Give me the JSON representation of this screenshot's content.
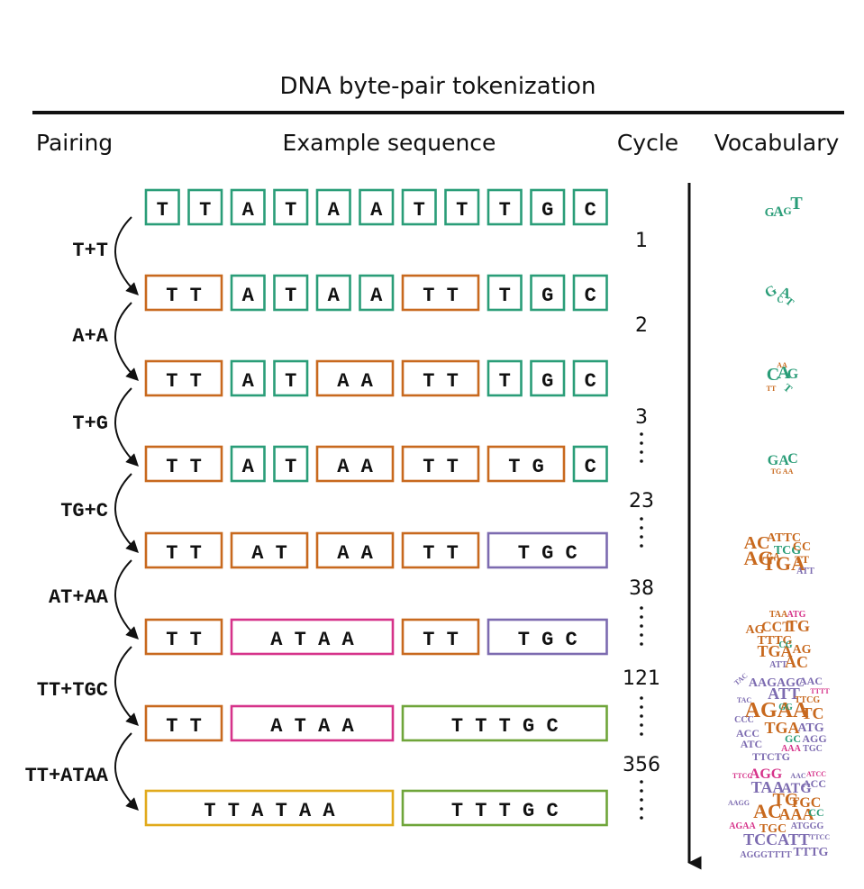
{
  "title": "DNA byte-pair tokenization",
  "headers": {
    "pairing": "Pairing",
    "example": "Example sequence",
    "cycle": "Cycle",
    "vocabulary": "Vocabulary"
  },
  "colors": {
    "single": "#2a9d78",
    "orange": "#c8691e",
    "purple": "#7c6bb0",
    "magenta": "#d6338a",
    "green": "#6fa53a",
    "yellow": "#e1aa1c"
  },
  "rows": [
    {
      "tokens": [
        [
          "T",
          "single"
        ],
        [
          "T",
          "single"
        ],
        [
          "A",
          "single"
        ],
        [
          "T",
          "single"
        ],
        [
          "A",
          "single"
        ],
        [
          "A",
          "single"
        ],
        [
          "T",
          "single"
        ],
        [
          "T",
          "single"
        ],
        [
          "T",
          "single"
        ],
        [
          "G",
          "single"
        ],
        [
          "C",
          "single"
        ]
      ]
    },
    {
      "tokens": [
        [
          "TT",
          "orange"
        ],
        [
          "A",
          "single"
        ],
        [
          "T",
          "single"
        ],
        [
          "A",
          "single"
        ],
        [
          "A",
          "single"
        ],
        [
          "TT",
          "orange"
        ],
        [
          "T",
          "single"
        ],
        [
          "G",
          "single"
        ],
        [
          "C",
          "single"
        ]
      ]
    },
    {
      "tokens": [
        [
          "TT",
          "orange"
        ],
        [
          "A",
          "single"
        ],
        [
          "T",
          "single"
        ],
        [
          "AA",
          "orange"
        ],
        [
          "TT",
          "orange"
        ],
        [
          "T",
          "single"
        ],
        [
          "G",
          "single"
        ],
        [
          "C",
          "single"
        ]
      ]
    },
    {
      "tokens": [
        [
          "TT",
          "orange"
        ],
        [
          "A",
          "single"
        ],
        [
          "T",
          "single"
        ],
        [
          "AA",
          "orange"
        ],
        [
          "TT",
          "orange"
        ],
        [
          "TG",
          "orange"
        ],
        [
          "C",
          "single"
        ]
      ]
    },
    {
      "tokens": [
        [
          "TT",
          "orange"
        ],
        [
          "AT",
          "orange"
        ],
        [
          "AA",
          "orange"
        ],
        [
          "TT",
          "orange"
        ],
        [
          "TGC",
          "purple"
        ]
      ]
    },
    {
      "tokens": [
        [
          "TT",
          "orange"
        ],
        [
          "ATAA",
          "magenta"
        ],
        [
          "TT",
          "orange"
        ],
        [
          "TGC",
          "purple"
        ]
      ]
    },
    {
      "tokens": [
        [
          "TT",
          "orange"
        ],
        [
          "ATAA",
          "magenta"
        ],
        [
          "TTTGC",
          "green"
        ]
      ]
    },
    {
      "tokens": [
        [
          "TTATAA",
          "yellow"
        ],
        [
          "TTTGC",
          "green"
        ]
      ]
    }
  ],
  "pairings": [
    "T+T",
    "A+A",
    "T+G",
    "TG+C",
    "AT+AA",
    "TT+TGC",
    "TT+ATAA"
  ],
  "cycles": [
    "1",
    "2",
    "3",
    "23",
    "38",
    "121",
    "356"
  ]
}
